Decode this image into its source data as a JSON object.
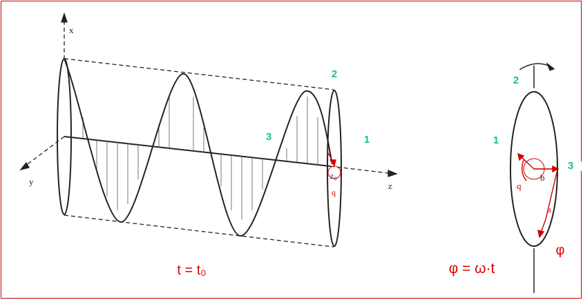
{
  "axes": {
    "x": "x",
    "y": "y",
    "z": "z"
  },
  "left_labels": {
    "z0": "z₀",
    "q": "q"
  },
  "right_labels": {
    "b": "b",
    "a": "a",
    "q": "q"
  },
  "markers": {
    "left_1": "1",
    "left_2": "2",
    "left_3": "3",
    "right_1": "1",
    "right_2": "2",
    "right_3": "3"
  },
  "formulas": {
    "time": "t = t₀",
    "phase": "φ = ω·t",
    "phi": "φ"
  },
  "colors": {
    "frame": "#c00000",
    "marker_text": "#1db898",
    "formula_text": "#e00000",
    "diagram_red": "#d00000"
  }
}
